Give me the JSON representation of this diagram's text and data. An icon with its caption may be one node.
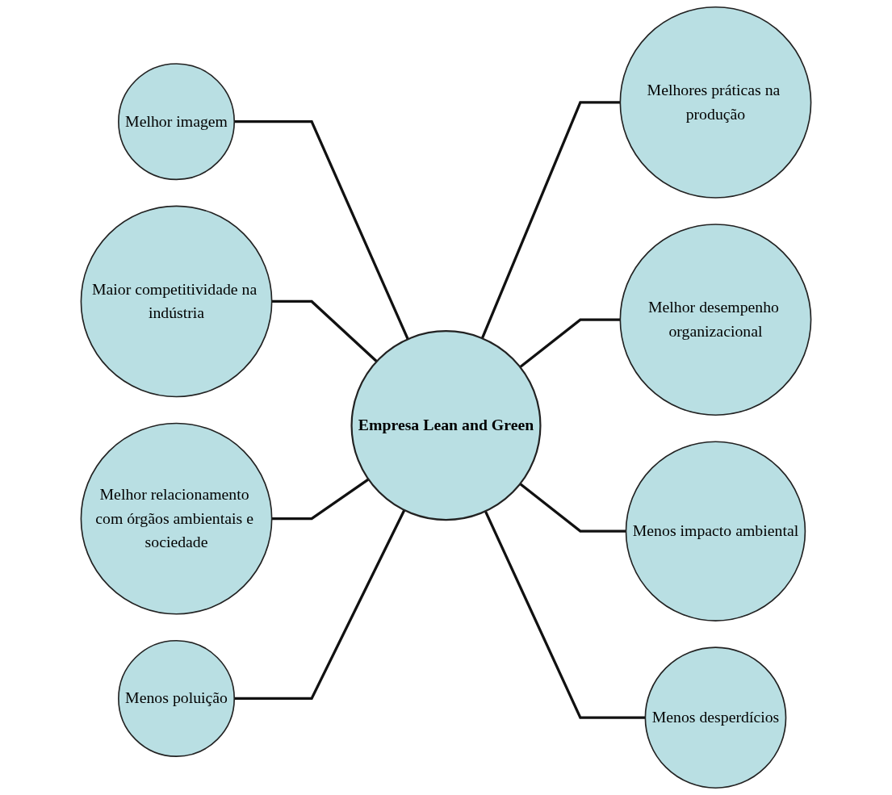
{
  "diagram": {
    "nodes": [
      {
        "text": [
          "Empresa Lean and Green"
        ]
      },
      {
        "text": [
          "Melhores práticas na produção"
        ]
      },
      {
        "text": [
          "Melhor imagem"
        ]
      },
      {
        "text": [
          "Melhor desempenho organizacional"
        ]
      },
      {
        "text": [
          "Maior competitividade na indústria"
        ]
      },
      {
        "text": [
          "Menos impacto ambiental"
        ]
      },
      {
        "text": [
          "Melhor relacionamento com órgãos ambientais e sociedade"
        ]
      },
      {
        "text": [
          "Menos desperdícios"
        ]
      },
      {
        "text": [
          "Menos poluição"
        ]
      }
    ],
    "edges": [
      {
        "from": 0,
        "to": 1,
        "arrow": "none"
      },
      {
        "from": 0,
        "to": 2,
        "arrow": "none"
      },
      {
        "from": 0,
        "to": 3,
        "arrow": "none"
      },
      {
        "from": 0,
        "to": 4,
        "arrow": "none"
      },
      {
        "from": 0,
        "to": 5,
        "arrow": "none"
      },
      {
        "from": 0,
        "to": 6,
        "arrow": "none"
      },
      {
        "from": 0,
        "to": 7,
        "arrow": "none"
      },
      {
        "from": 0,
        "to": 8,
        "arrow": "none"
      }
    ]
  }
}
